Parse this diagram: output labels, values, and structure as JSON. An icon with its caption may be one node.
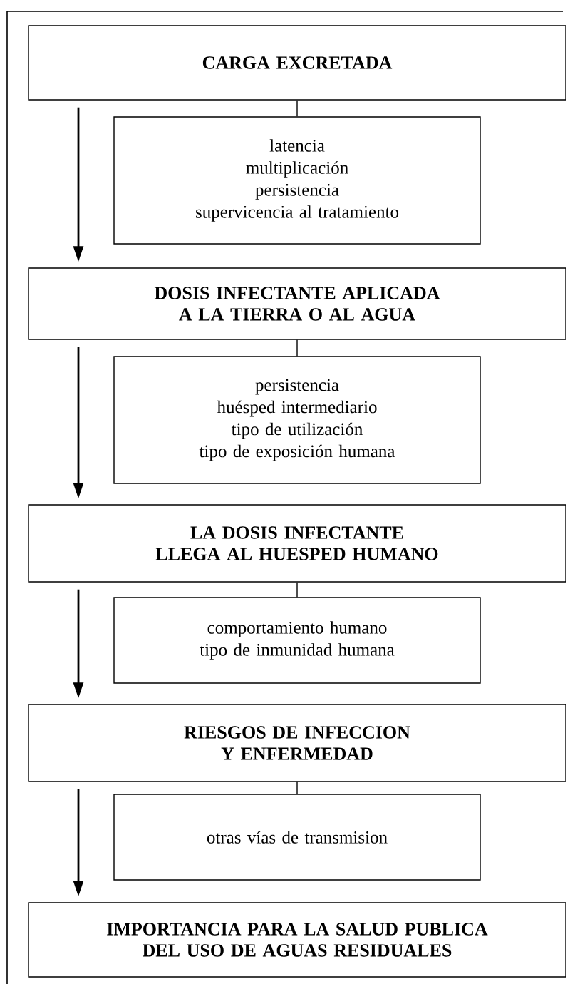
{
  "diagram": {
    "nodes": [
      {
        "text": [
          "CARGA EXCRETADA"
        ]
      },
      {
        "text": [
          "latencia",
          "multiplicación",
          "persistencia",
          "supervicencia al tratamiento"
        ]
      },
      {
        "text": [
          "DOSIS INFECTANTE APLICADA A LA TIERRA O AL AGUA"
        ]
      },
      {
        "text": [
          "persistencia",
          "huésped intermediario",
          "tipo de utilización",
          "tipo de exposición humana"
        ]
      },
      {
        "text": [
          "LA DOSIS INFECTANTE LLEGA AL HUESPED HUMANO"
        ]
      },
      {
        "text": [
          "comportamiento humano",
          "tipo de inmunidad humana"
        ]
      },
      {
        "text": [
          "RIESGOS DE INFECCION Y ENFERMEDAD"
        ]
      },
      {
        "text": [
          "otras vías de transmision"
        ]
      },
      {
        "text": [
          "IMPORTANCIA PARA LA SALUD PUBLICA DEL USO DE AGUAS RESIDUALES"
        ]
      }
    ],
    "edges": [
      {
        "from": 0,
        "to": 1,
        "arrow": "none"
      },
      {
        "from": 0,
        "to": 2,
        "arrow": "to"
      },
      {
        "from": 2,
        "to": 3,
        "arrow": "none"
      },
      {
        "from": 2,
        "to": 4,
        "arrow": "to"
      },
      {
        "from": 4,
        "to": 5,
        "arrow": "none"
      },
      {
        "from": 4,
        "to": 6,
        "arrow": "to"
      },
      {
        "from": 6,
        "to": 7,
        "arrow": "none"
      },
      {
        "from": 6,
        "to": 8,
        "arrow": "to"
      }
    ]
  }
}
